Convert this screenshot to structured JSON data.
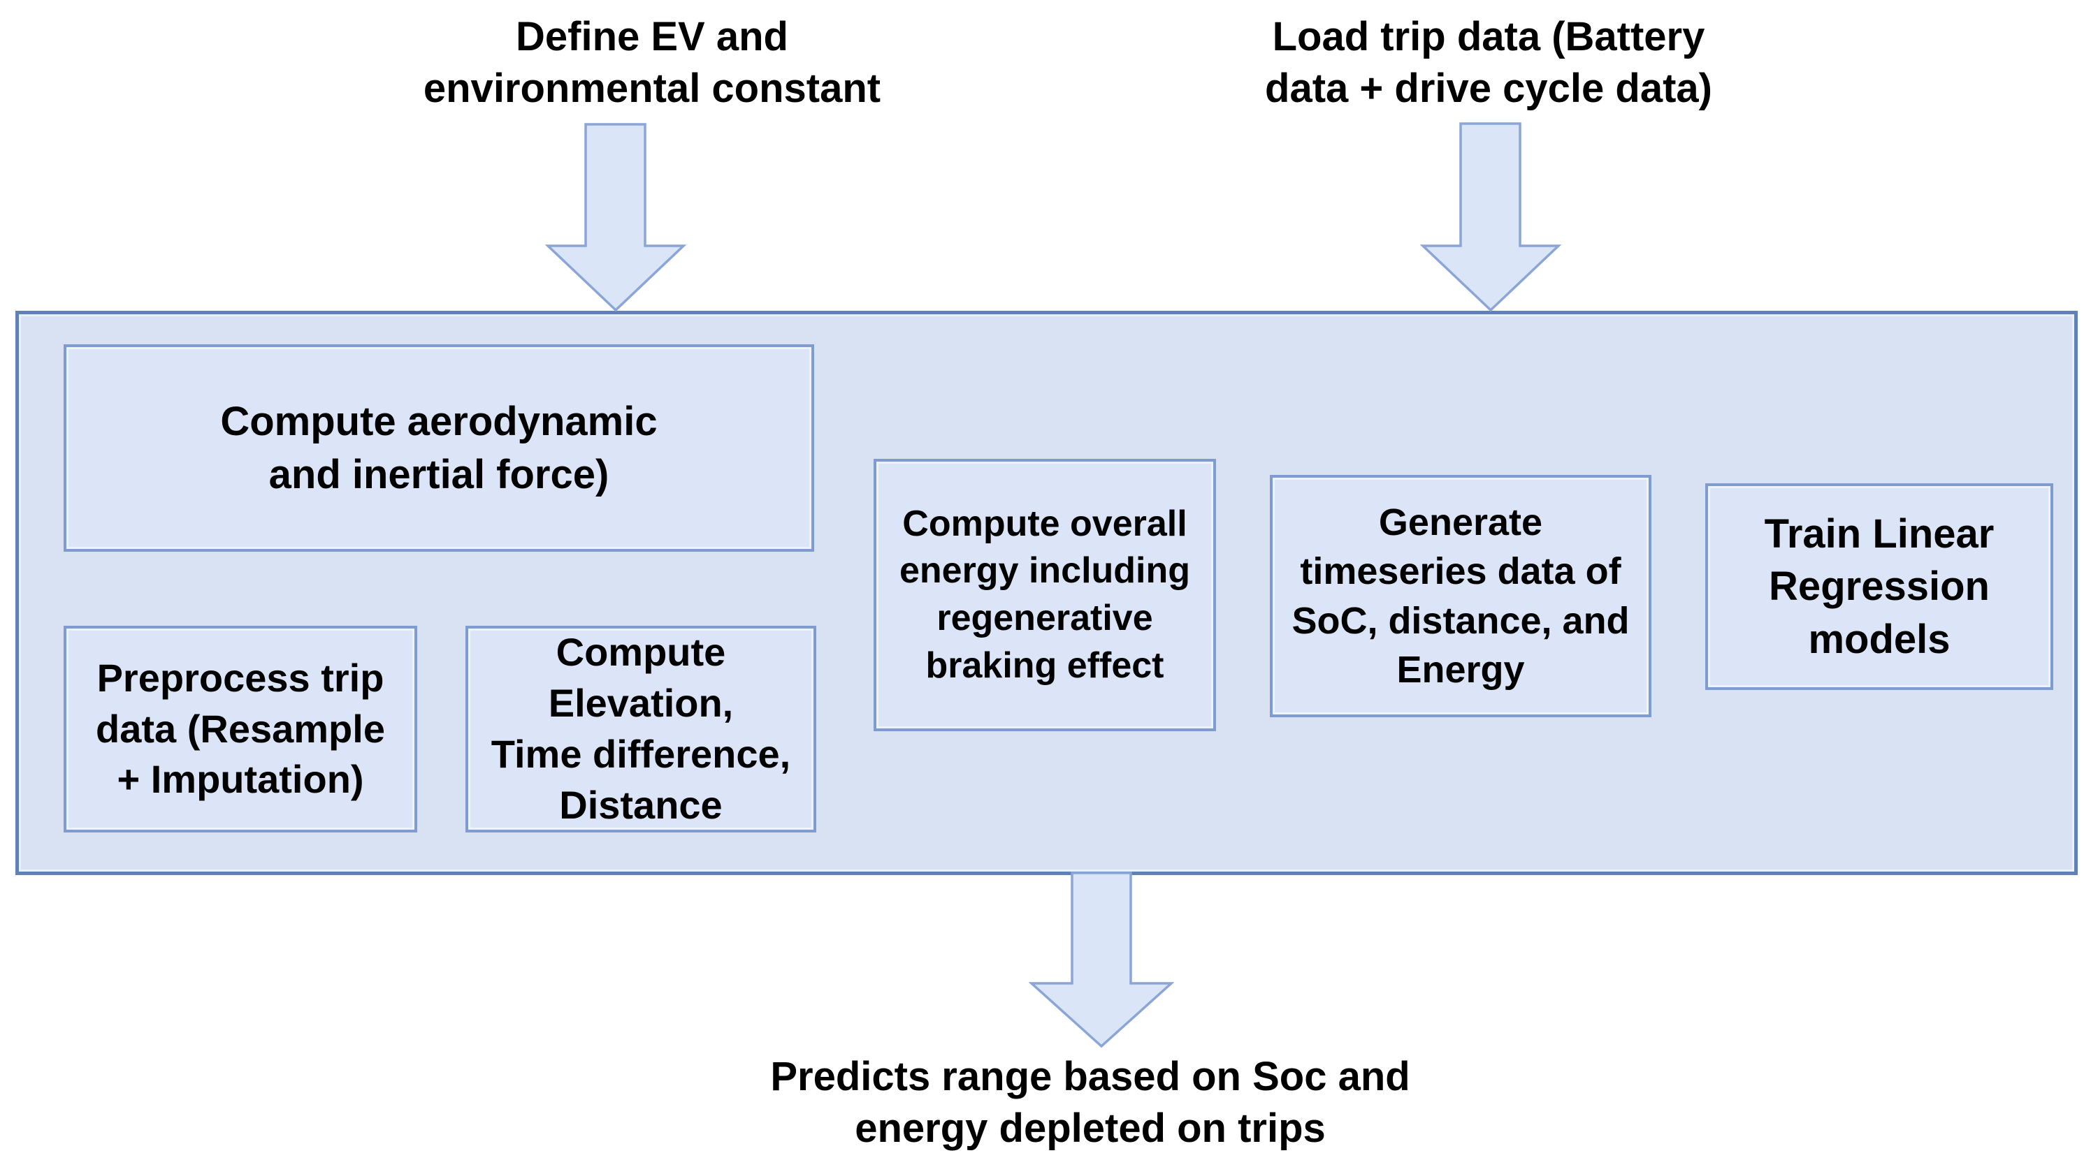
{
  "colors": {
    "canvas_bg": "#ffffff",
    "container_fill": "#d9e2f3",
    "container_border": "#6081b4",
    "box_fill": "#dbe5f7",
    "box_border": "#7e9ccf",
    "arrow_fill": "#dbe5f8",
    "arrow_border": "#8aa5d6",
    "text_color": "#000000"
  },
  "inputs": [
    {
      "lines": [
        "Define EV and",
        "environmental constant"
      ]
    },
    {
      "lines": [
        "Load trip data (Battery",
        "data + drive cycle data)"
      ]
    }
  ],
  "pipeline": {
    "boxes": [
      {
        "lines": [
          "Compute aerodynamic",
          "and inertial force)"
        ]
      },
      {
        "lines": [
          "Preprocess trip",
          "data (Resample",
          "+ Imputation)"
        ]
      },
      {
        "lines": [
          "Compute",
          "Elevation,",
          "Time difference,",
          "Distance"
        ]
      },
      {
        "lines": [
          "Compute overall",
          "energy including",
          "regenerative",
          "braking effect"
        ]
      },
      {
        "lines": [
          "Generate",
          "timeseries data of",
          "SoC, distance, and",
          "Energy"
        ]
      },
      {
        "lines": [
          "Train Linear",
          "Regression",
          "models"
        ]
      }
    ]
  },
  "output": {
    "lines": [
      "Predicts range based on Soc and",
      "energy depleted on trips"
    ]
  }
}
